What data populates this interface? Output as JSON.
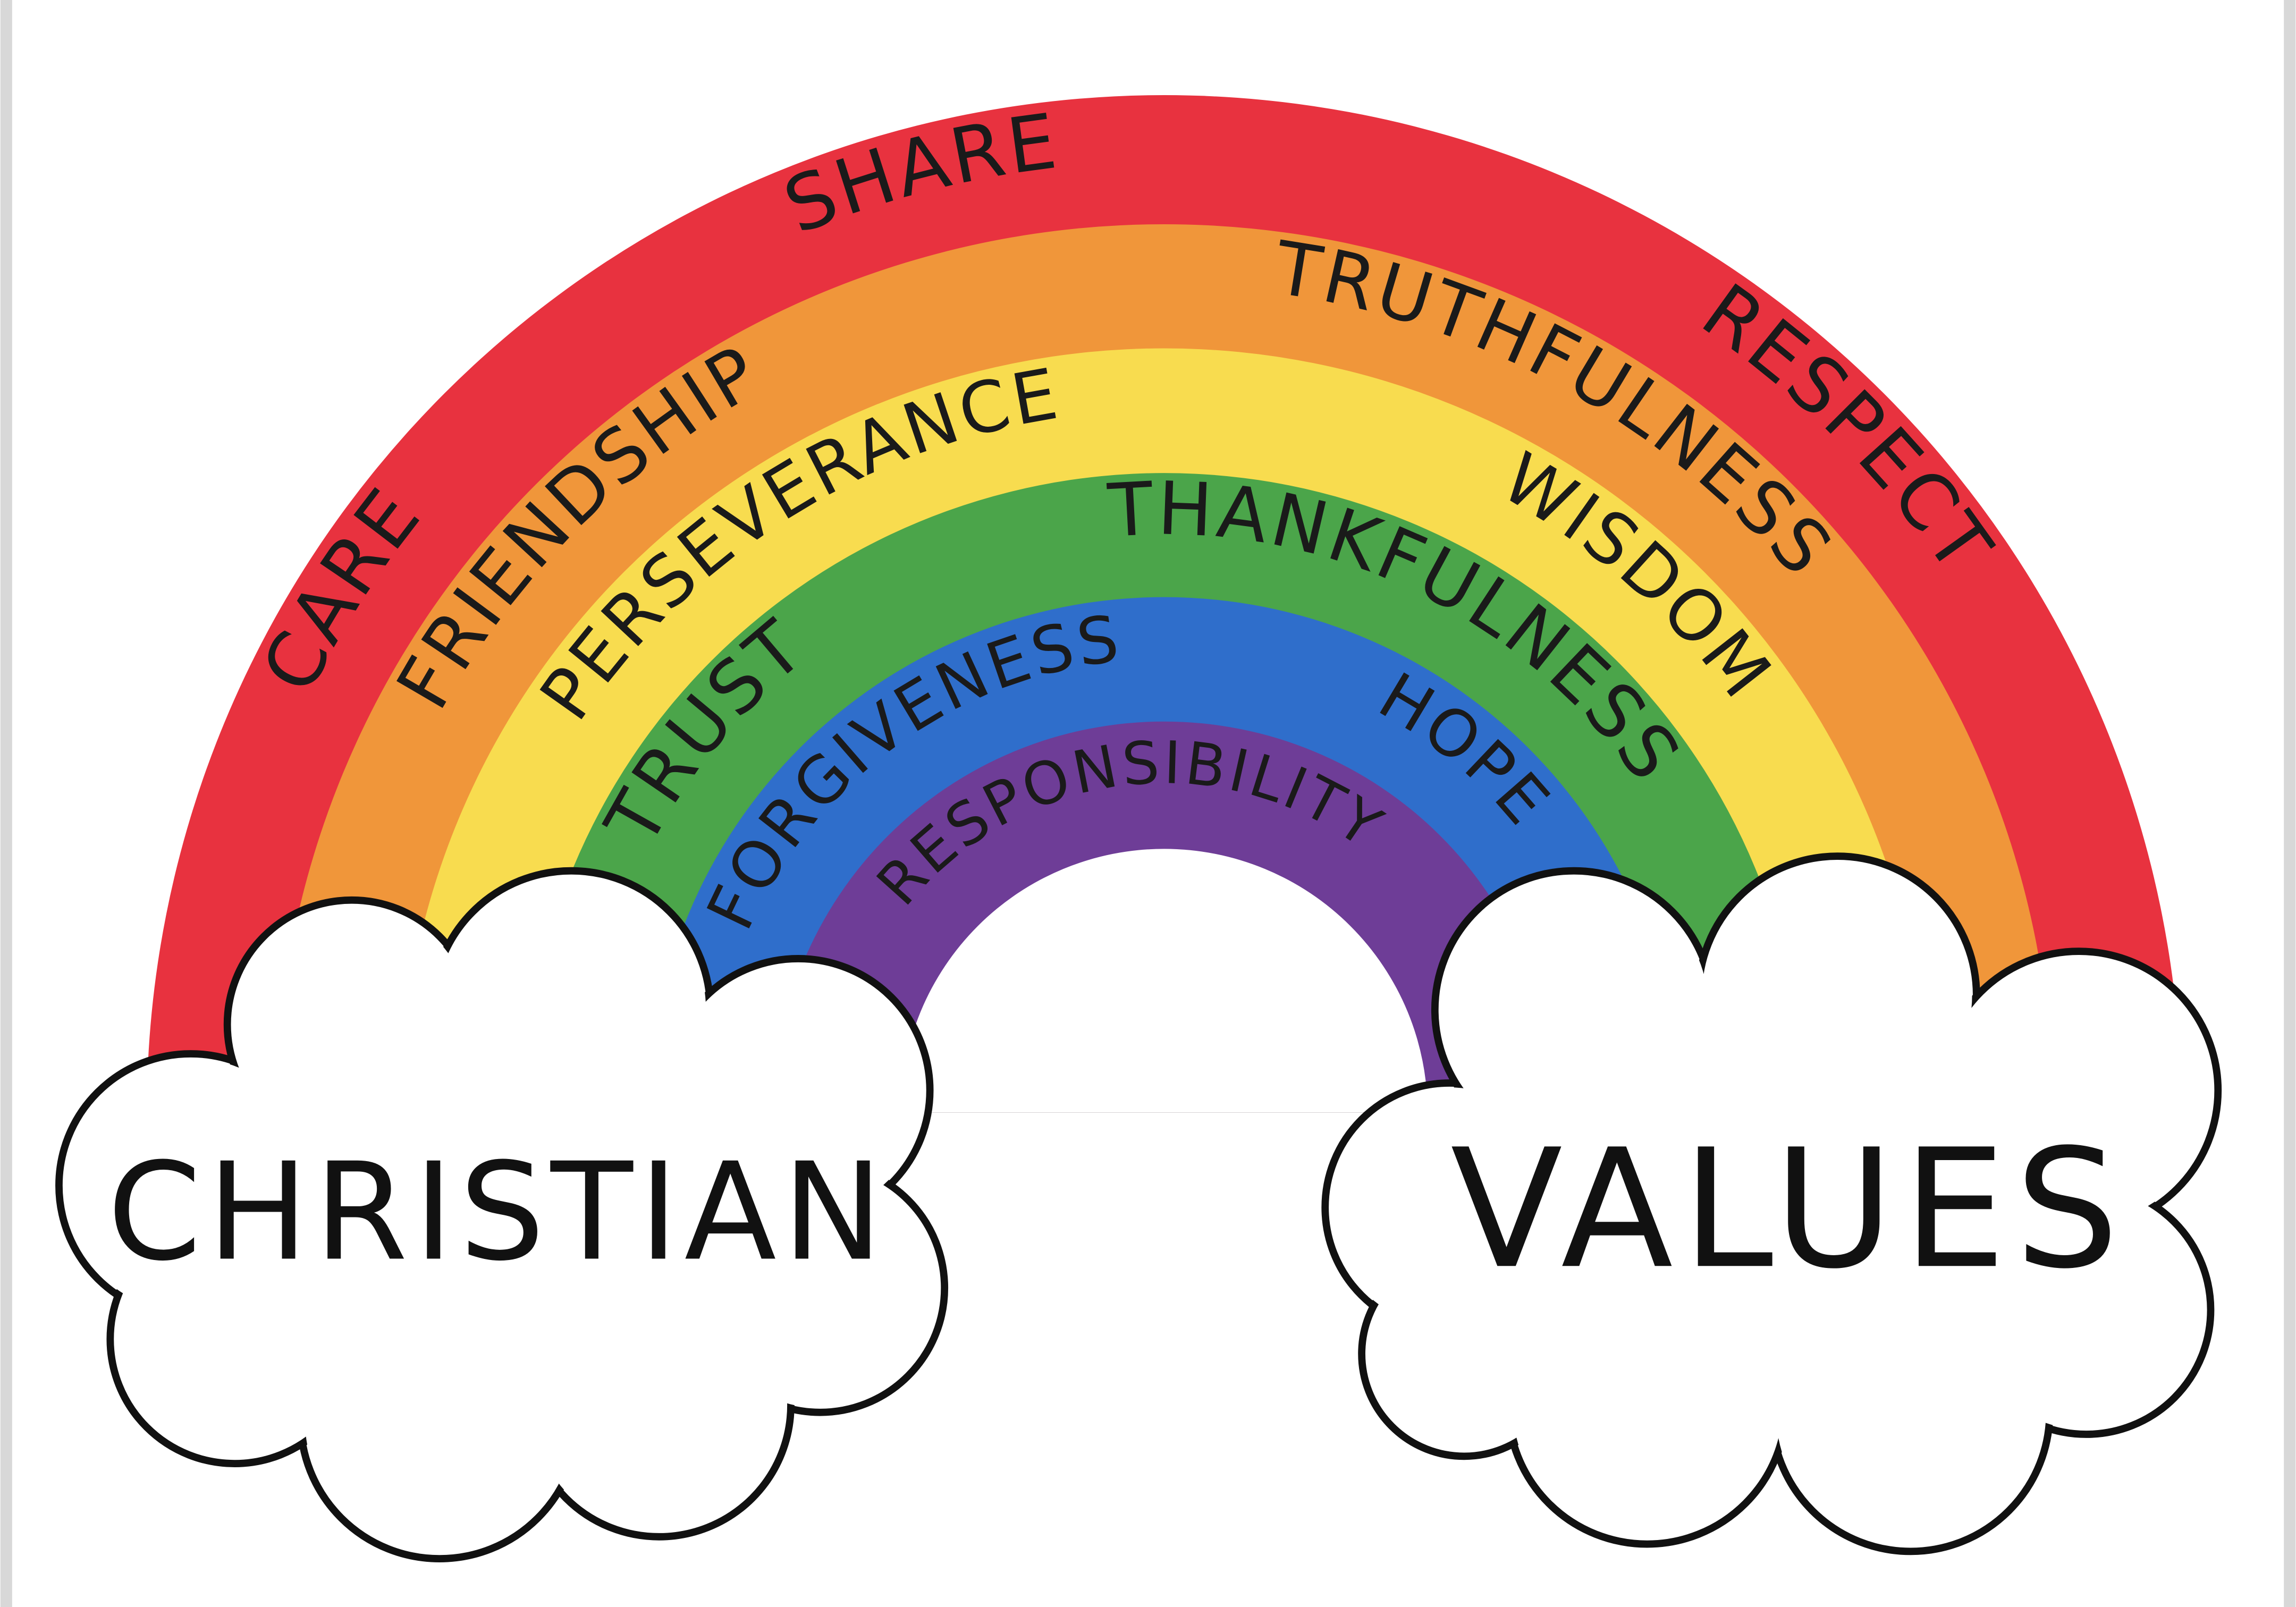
{
  "title_left": "CHRISTIAN",
  "title_right": "VALUES",
  "colors": {
    "red": "#e8323f",
    "orange": "#f0963a",
    "yellow": "#f8dc4f",
    "green": "#4ba54a",
    "blue": "#2f6ecb",
    "purple": "#6e3d97",
    "border": "#d8d8d8"
  },
  "bands": {
    "red": [
      "CARE",
      "SHARE",
      "RESPECT"
    ],
    "orange": [
      "FRIENDSHIP",
      "TRUTHFULNESS"
    ],
    "yellow": [
      "PERSEVERANCE",
      "WISDOM"
    ],
    "green": [
      "TRUST",
      "THANKFULNESS"
    ],
    "blue": [
      "FORGIVENESS",
      "HOPE"
    ],
    "purple": [
      "RESPONSIBILITY"
    ]
  }
}
